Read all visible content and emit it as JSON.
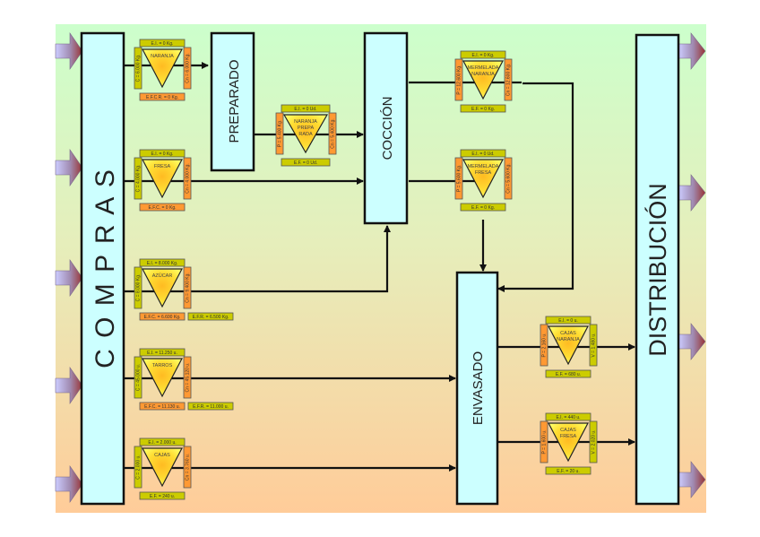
{
  "colors": {
    "bg_top": "#ccffcc",
    "bg_bottom": "#ffcc99",
    "block_fill": "#ccffff",
    "label_yellow": "#cccc00",
    "label_orange": "#ff9933",
    "triangle_fill": "#ffdd33",
    "arrow_fill_start": "#ccccff",
    "arrow_fill_end": "#993333"
  },
  "blocks": {
    "compras": "C O M P R A S",
    "preparado": "PREPARADO",
    "coccion": "COCCIÓN",
    "envasado": "ENVASADO",
    "distribucion": "DISTRIBUCIÓN"
  },
  "stocks": [
    {
      "id": "naranja",
      "name": [
        "NARANJA"
      ],
      "ei": "E.I. = 0 Kg.",
      "left": "C = 6.000 Kg.",
      "right": "Cn = 6.000 Kg.",
      "bottom": [
        "E.F.C.R. = 0 Kg."
      ]
    },
    {
      "id": "fresa",
      "name": [
        "FRESA"
      ],
      "ei": "E.I. = 0 Kg.",
      "left": "C = 4.000 Kg.",
      "right": "Cn = 4.000 Kg.",
      "bottom": [
        "E.F.C. = 0 Kg."
      ]
    },
    {
      "id": "azucar",
      "name": [
        "AZÚCAR"
      ],
      "ei": "E.I. = 8.000 Kg.",
      "left": "C = 8.000 Kg.",
      "right": "Cn = 9.400 Kg.",
      "bottom": [
        "E.F.C. = 6.600 Kg.",
        "E.F.R. = 6.500 Kg."
      ]
    },
    {
      "id": "tarros",
      "name": [
        "TARROS"
      ],
      "ei": "E.I. = 11.250 u.",
      "left": "C = 45.000 u.",
      "right": "Cn = 45.120 u.",
      "bottom": [
        "E.F.C. = 11.130 u.",
        "E.F.R. = 11.000 u."
      ]
    },
    {
      "id": "cajas",
      "name": [
        "CAJAS"
      ],
      "ei": "E.I. = 2.000 u.",
      "left": "C = 2.000 u.",
      "right": "Cn = 3.760 u.",
      "bottom": [
        "E.F. = 240 u."
      ]
    },
    {
      "id": "naranja-preparada",
      "name": [
        "NARANJA",
        "PREPA",
        "RADA"
      ],
      "ei": "E.I. = 0 Ud.",
      "left": "P = 5.400 Kg.",
      "right": "Cn = 5.400 Kg.",
      "bottom": [
        "E.F. = 0 Ud."
      ]
    },
    {
      "id": "mermelada-naranja",
      "name": [
        "MERMELADA",
        "NARANJA"
      ],
      "ei": "E.I. = 0 Kg.",
      "left": "P = 12.600 Kg.",
      "right": "Cn = 12.600 Kg.",
      "bottom": [
        "E.F. = 0 Kg."
      ]
    },
    {
      "id": "mermelada-fresa",
      "name": [
        "MERMELADA",
        "FRESA"
      ],
      "ei": "E.I. = 0 Ud.",
      "left": "P = 5.600 Kg.",
      "right": "Cn = 5.600 Kg.",
      "bottom": [
        "E.F. = 0 Kg."
      ]
    },
    {
      "id": "cajas-naranja",
      "name": [
        "CAJAS",
        "NARANJA"
      ],
      "ei": "E.I. = 0 u.",
      "left": "P = 2.160 u.",
      "right": "V = 1.480 u.",
      "bottom": [
        "E.F. = 680 u."
      ]
    },
    {
      "id": "cajas-fresa",
      "name": [
        "CAJAS",
        "FRESA"
      ],
      "ei": "E.I. = 440 u.",
      "left": "P = 1.600 u.",
      "right": "V = 2.020 u.",
      "bottom": [
        "E.F. = 20 u."
      ]
    }
  ]
}
